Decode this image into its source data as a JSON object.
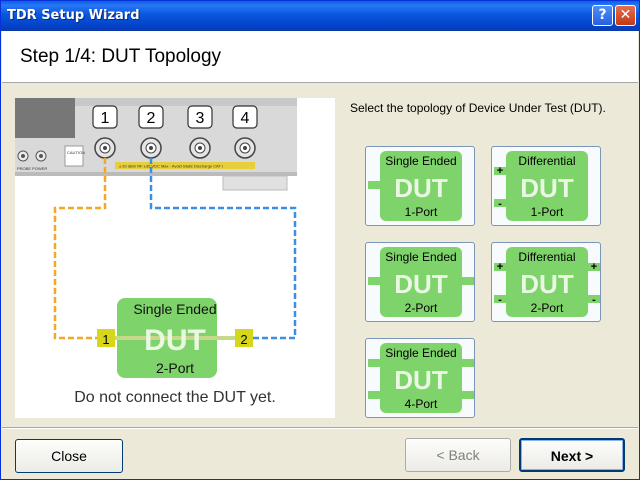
{
  "window": {
    "title": "TDR Setup Wizard",
    "help_label": "?",
    "close_label": "✕"
  },
  "header": {
    "step_title": "Step 1/4: DUT Topology"
  },
  "instrument": {
    "port_numbers": [
      "1",
      "2",
      "3",
      "4"
    ],
    "probe_power_label": "PROBE POWER",
    "caution_label": "CAUTION",
    "warning_strip": "± 20 dBm RF ±35 VDC Max · Avoid Static Discharge CAT I"
  },
  "diagram": {
    "dut_type": "Single Ended",
    "dut_label": "DUT",
    "dut_ports": "2-Port",
    "port_a": "1",
    "port_b": "2",
    "colors": {
      "port1_cable": "#f5a623",
      "port2_cable": "#3a8ee6",
      "dut_green": "#7ed46a",
      "port_tab": "#d6d61a"
    }
  },
  "note": "Do not connect the DUT yet.",
  "instructions": "Select the topology of Device Under Test (DUT).",
  "topologies": [
    {
      "type": "Single Ended",
      "dut": "DUT",
      "ports": "1-Port"
    },
    {
      "type": "Differential",
      "dut": "DUT",
      "ports": "1-Port",
      "plus": "+",
      "minus": "-"
    },
    {
      "type": "Single Ended",
      "dut": "DUT",
      "ports": "2-Port"
    },
    {
      "type": "Differential",
      "dut": "DUT",
      "ports": "2-Port",
      "plus": "+",
      "minus": "-"
    },
    {
      "type": "Single Ended",
      "dut": "DUT",
      "ports": "4-Port"
    }
  ],
  "buttons": {
    "close": "Close",
    "back": "< Back",
    "next": "Next >"
  }
}
